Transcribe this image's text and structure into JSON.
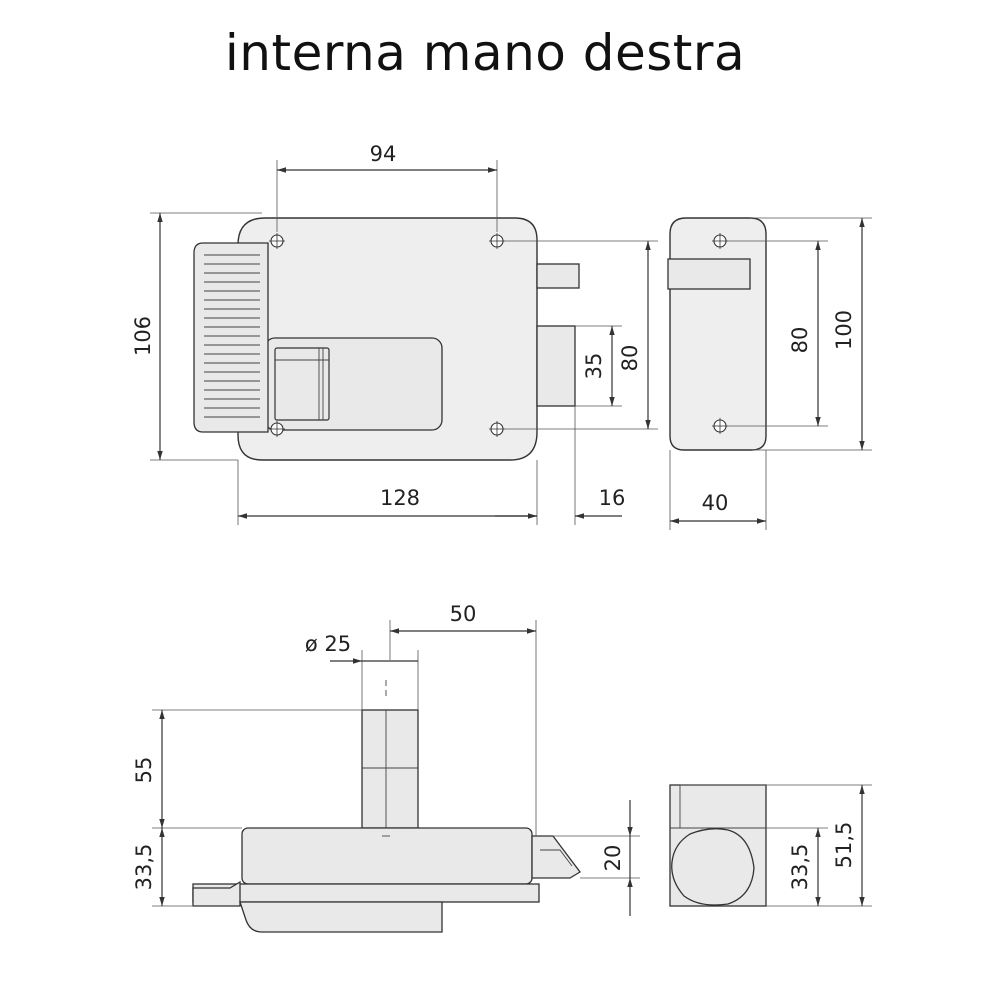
{
  "title": "interna mano destra",
  "dimensions": {
    "top_hole_spacing": "94",
    "total_height": "106",
    "body_width": "128",
    "bolt_projection": "16",
    "latch_height": "35",
    "hole_vertical_spacing": "80",
    "side_hole_spacing": "80",
    "side_height": "100",
    "side_depth": "40",
    "cylinder_diameter": "ø 25",
    "cylinder_offset": "50",
    "cylinder_length": "55",
    "base_height": "33,5",
    "latch_thickness": "20",
    "side_bottom_height": "33,5",
    "side_bottom_total": "51,5"
  },
  "colors": {
    "part_fill": "#eeeeee",
    "stroke": "#333333",
    "background": "#ffffff"
  }
}
